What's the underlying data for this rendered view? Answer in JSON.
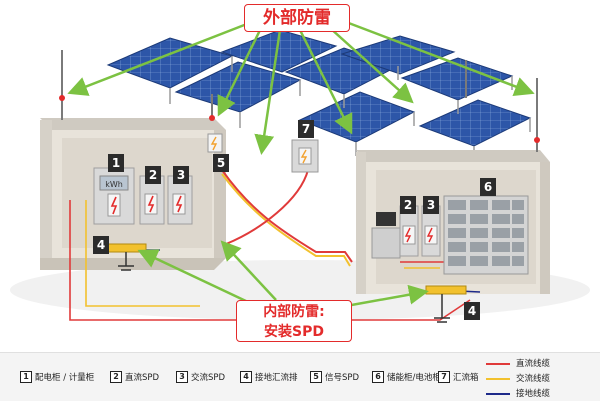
{
  "labels": {
    "external": "外部防雷",
    "internal_line1": "内部防雷:",
    "internal_line2": "安装SPD"
  },
  "badges": [
    "1",
    "2",
    "3",
    "4",
    "5",
    "6",
    "7"
  ],
  "legend": {
    "items": [
      {
        "num": "1",
        "text": "配电柜 / 计量柜"
      },
      {
        "num": "2",
        "text": "直流SPD"
      },
      {
        "num": "3",
        "text": "交流SPD"
      },
      {
        "num": "4",
        "text": "接地汇流排"
      },
      {
        "num": "5",
        "text": "信号SPD"
      },
      {
        "num": "6",
        "text": "储能柜/电池柜"
      },
      {
        "num": "7",
        "text": "汇流箱"
      }
    ],
    "cables": [
      {
        "text": "直流线缆",
        "color": "#e03a3a"
      },
      {
        "text": "交流线缆",
        "color": "#f2c12e"
      },
      {
        "text": "接地线缆",
        "color": "#1e2a8a"
      }
    ]
  },
  "meter_text": "kWh",
  "colors": {
    "accent_red": "#e32b2b",
    "arrow_green": "#7cc242",
    "panel_blue": "#2d56a8",
    "wall_beige": "#e8e3da"
  }
}
